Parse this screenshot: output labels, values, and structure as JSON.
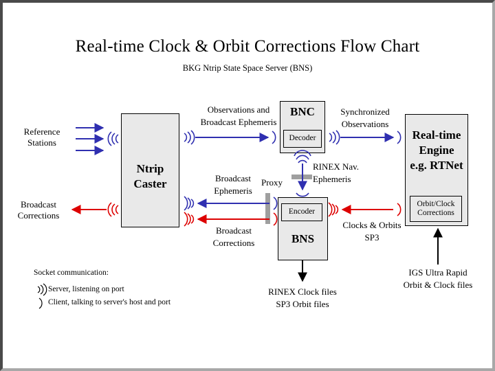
{
  "page": {
    "title": "Real-time Clock & Orbit Corrections Flow Chart",
    "subtitle": "BKG Ntrip State Space Server  (BNS)",
    "background_color": "#ffffff",
    "frame_dark_color": "#4a4a4a",
    "frame_light_color": "#a8a8a8"
  },
  "colors": {
    "blue": "#2f2fb0",
    "red": "#dd0000",
    "black": "#000000",
    "box_fill": "#e9e9e9",
    "proxy_gray": "#9f9f9f"
  },
  "boxes": {
    "ntrip_caster": {
      "label": "Ntrip\nCaster",
      "line1": "Ntrip",
      "line2": "Caster"
    },
    "bnc": {
      "label": "BNC",
      "sub": "Decoder"
    },
    "bns": {
      "label": "BNS",
      "sub": "Encoder"
    },
    "rt_engine": {
      "line1": "Real-time",
      "line2": "Engine",
      "line3": "e.g. RTNet",
      "sub_line1": "Orbit/Clock",
      "sub_line2": "Corrections"
    }
  },
  "labels": {
    "reference_stations_l1": "Reference",
    "reference_stations_l2": "Stations",
    "broadcast_corrections_left_l1": "Broadcast",
    "broadcast_corrections_left_l2": "Corrections",
    "observations_l1": "Observations and",
    "observations_l2": "Broadcast Ephemeris",
    "synchronized_l1": "Synchronized",
    "synchronized_l2": "Observations",
    "rinex_nav_l1": "RINEX Nav.",
    "rinex_nav_l2": "Ephemeris",
    "proxy": "Proxy",
    "broadcast_ephemeris_l1": "Broadcast",
    "broadcast_ephemeris_l2": "Ephemeris",
    "broadcast_corrections_mid_l1": "Broadcast",
    "broadcast_corrections_mid_l2": "Corrections",
    "clocks_orbits_l1": "Clocks & Orbits",
    "clocks_orbits_l2": "SP3",
    "rinex_clock_files_l1": "RINEX Clock files",
    "rinex_clock_files_l2": "SP3 Orbit files",
    "igs_ultra_rapid_l1": "IGS Ultra Rapid",
    "igs_ultra_rapid_l2": "Orbit & Clock files"
  },
  "legend": {
    "title": "Socket communication:",
    "server_icon": "server-socket-icon",
    "server_text": "Server,  listening on port",
    "client_icon": "client-socket-icon",
    "client_text": "Client,  talking to server's host and port"
  }
}
